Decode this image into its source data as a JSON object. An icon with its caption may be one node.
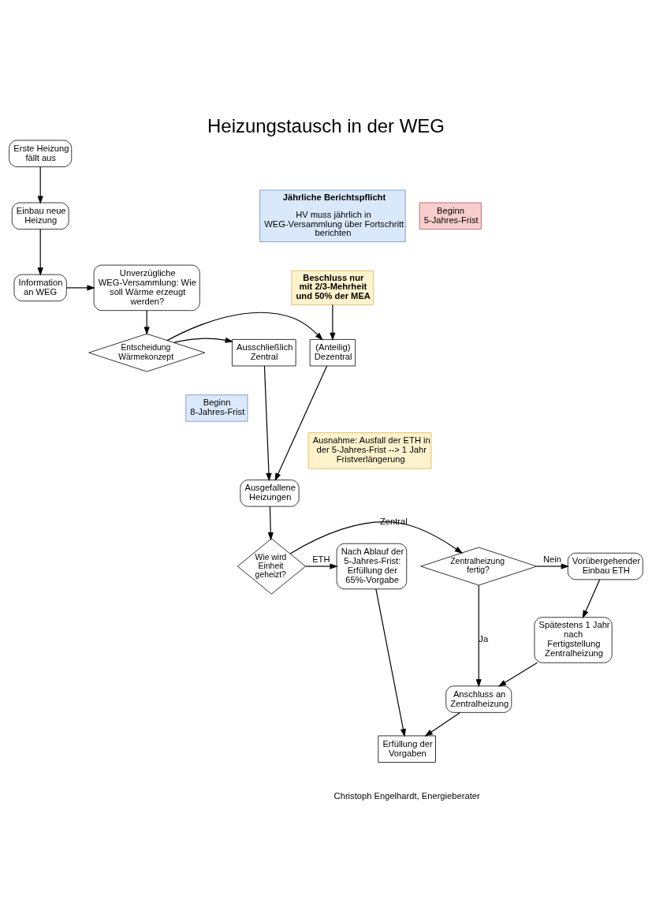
{
  "diagram": {
    "title": "Heizungstausch in der WEG",
    "nodes": [
      {
        "text": [
          "Erste Heizung fällt aus"
        ]
      },
      {
        "text": [
          "Einbau neue Heizung"
        ]
      },
      {
        "text": [
          "Beginn 5-Jahres-Frist"
        ]
      },
      {
        "text": [
          "Jährliche Berichtspflicht",
          "HV muss jährlich in WEG-Versammlung über Fortschritt berichten"
        ]
      },
      {
        "text": [
          "Information an WEG"
        ]
      },
      {
        "text": [
          "Unverzügliche WEG-Versammlung: Wie soll Wärme erzeugt werden?"
        ]
      },
      {
        "text": [
          "Beschluss nur mit 2/3-Mehrheit und 50% der MEA"
        ]
      },
      {
        "text": [
          "Ausschließlich Zentral"
        ]
      },
      {
        "text": [
          "Entscheidung Wärmekonzept"
        ]
      },
      {
        "text": [
          "(Anteilig) Dezentral"
        ]
      },
      {
        "text": [
          "Beginn 8-Jahres-Frist"
        ]
      },
      {
        "text": [
          "Ausgefallene Heizungen"
        ]
      },
      {
        "text": [
          "Ausnahme: Ausfall der ETH in der 5-Jahres-Frist --> 1 Jahr Fristverlängerung"
        ]
      },
      {
        "text": [
          "Vorübergehender Einbau ETH"
        ]
      },
      {
        "text": [
          "Zentralheizung fertig?"
        ]
      },
      {
        "text": [
          "Wie wird Einheit geheizt?"
        ]
      },
      {
        "text": [
          "Nach Ablauf der 5-Jahres-Frist: Erfüllung der 65%-Vorgabe"
        ]
      },
      {
        "text": [
          "Spätestens 1 Jahr nach Fertigstellung Zentralheizung"
        ]
      },
      {
        "text": [
          "Anschluss an Zentralheizung"
        ]
      },
      {
        "text": [
          "Erfüllung der Vorgaben"
        ]
      }
    ],
    "edges": [
      {
        "from": 0,
        "to": 1,
        "arrow": "to"
      },
      {
        "from": 1,
        "to": 4,
        "arrow": "to"
      },
      {
        "from": 4,
        "to": 5,
        "arrow": "to"
      },
      {
        "from": 5,
        "to": 8,
        "arrow": "to"
      },
      {
        "from": 8,
        "to": 7,
        "arrow": "to"
      },
      {
        "from": 8,
        "to": 9,
        "arrow": "to"
      },
      {
        "from": 6,
        "to": 9,
        "arrow": "to"
      },
      {
        "from": 7,
        "to": 11,
        "arrow": "to"
      },
      {
        "from": 9,
        "to": 11,
        "arrow": "to"
      },
      {
        "from": 11,
        "to": 15,
        "arrow": "to"
      },
      {
        "from": 15,
        "to": 14,
        "arrow": "to",
        "label": "Zentral"
      },
      {
        "from": 15,
        "to": 16,
        "arrow": "to",
        "label": "ETH"
      },
      {
        "from": 14,
        "to": 13,
        "arrow": "to",
        "label": "Nein"
      },
      {
        "from": 14,
        "to": 18,
        "arrow": "to",
        "label": "Ja"
      },
      {
        "from": 13,
        "to": 17,
        "arrow": "to"
      },
      {
        "from": 17,
        "to": 18,
        "arrow": "to"
      },
      {
        "from": 18,
        "to": 19,
        "arrow": "to"
      },
      {
        "from": 16,
        "to": 19,
        "arrow": "to"
      }
    ],
    "labels": [
      "Christoph Engelhardt, Energieberater"
    ]
  }
}
